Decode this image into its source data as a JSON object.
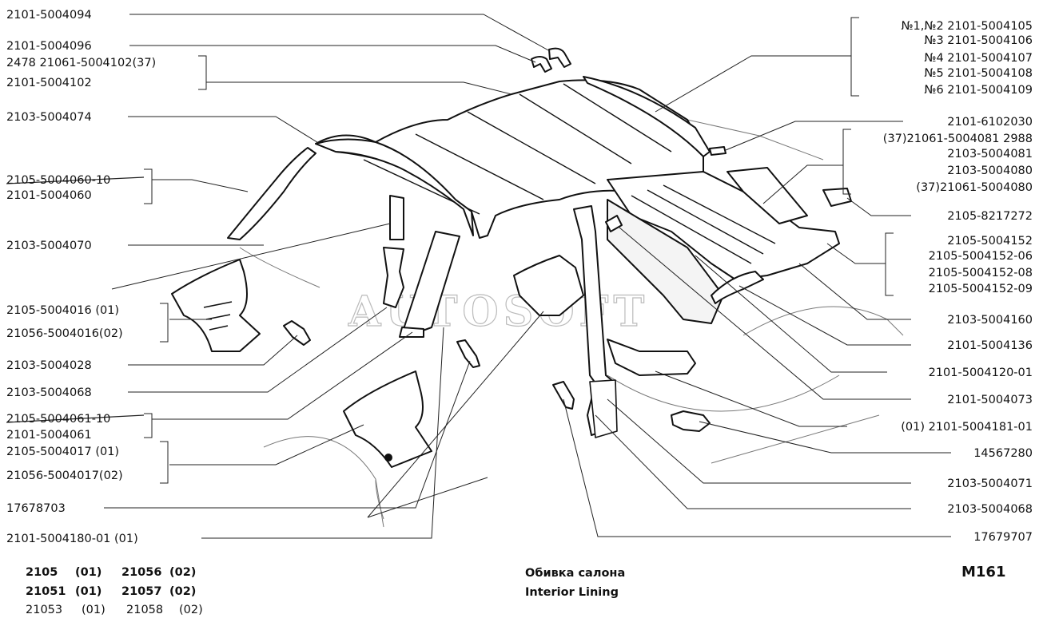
{
  "labels_left": [
    "2101-5004094",
    "2101-5004096",
    "2478 21061-5004102(37)",
    "2101-5004102",
    "2103-5004074",
    "2105-5004060-10",
    "2101-5004060",
    "2103-5004070",
    "2105-5004016 (01)",
    "21056-5004016(02)",
    "2103-5004028",
    "2103-5004068",
    "2105-5004061-10",
    "2101-5004061",
    "2105-5004017 (01)",
    "21056-5004017(02)",
    "17678703",
    "2101-5004180-01 (01)"
  ],
  "labels_right": [
    "№1,№2  2101-5004105",
    "№3  2101-5004106",
    "№4  2101-5004107",
    "№5  2101-5004108",
    "№6  2101-5004109",
    "2101-6102030",
    "(37)21061-5004081 2988",
    "2103-5004081",
    "2103-5004080",
    "(37)21061-5004080",
    "2105-8217272",
    "2105-5004152",
    "2105-5004152-06",
    "2105-5004152-08",
    "2105-5004152-09",
    "2103-5004160",
    "2101-5004136",
    "2101-5004120-01",
    "2101-5004073",
    "(01)  2101-5004181-01",
    "14567280",
    "2103-5004071",
    "2103-5004068",
    "17679707"
  ],
  "models": [
    [
      "2105",
      "(01)",
      "21056",
      "(02)"
    ],
    [
      "21051",
      "(01)",
      "21057",
      "(02)"
    ],
    [
      "21053",
      "(01)",
      "21058",
      "(02)"
    ]
  ],
  "title_ru": "Обивка салона",
  "title_en": "Interior Lining",
  "code": "M161",
  "watermark": "AUTOSOFT"
}
